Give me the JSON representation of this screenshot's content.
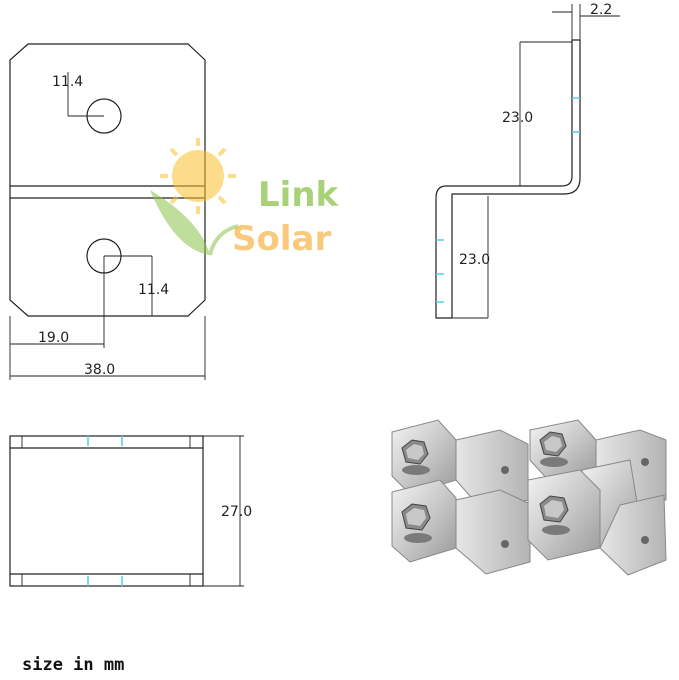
{
  "logo": {
    "line1": "Link",
    "line2": "Solar"
  },
  "dimensions": {
    "top_view_hole_top": "11.4",
    "top_view_hole_bottom": "11.4",
    "top_view_half_width": "19.0",
    "top_view_width": "38.0",
    "side_thickness": "2.2",
    "side_upper_height": "23.0",
    "side_lower_height": "23.0",
    "front_height": "27.0"
  },
  "footer": {
    "units_note": "size in mm"
  },
  "colors": {
    "outline": "#222222",
    "tick": "#5fd0e0",
    "logo_green": "#8bc34a",
    "logo_orange": "#f5a623"
  },
  "icons": {
    "logo": "sun-leaf-icon",
    "product": "bracket-photo-icon"
  }
}
